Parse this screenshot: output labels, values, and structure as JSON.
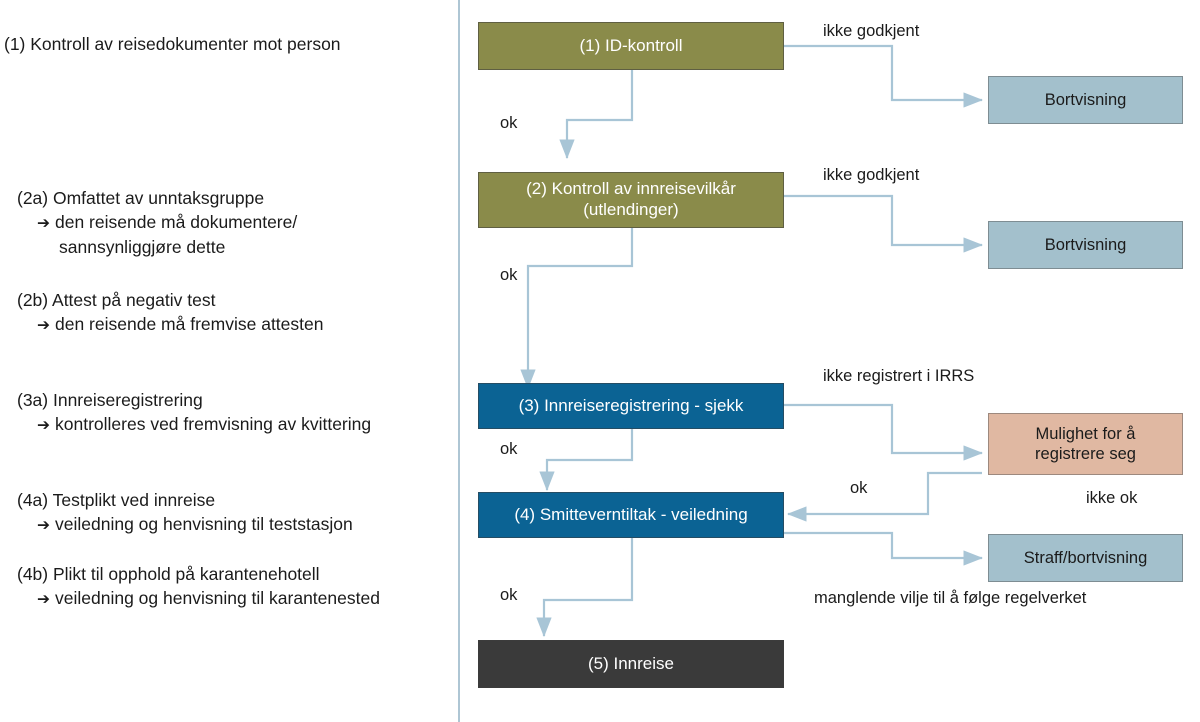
{
  "left_panel": {
    "notes": [
      {
        "id": "note-1",
        "title": "(1) Kontroll av reisedokumenter mot person",
        "sub": "",
        "sub2": ""
      },
      {
        "id": "note-2a",
        "title": "(2a)  Omfattet av unntaksgruppe",
        "sub": "den reisende må dokumentere/",
        "sub2": "sannsynliggjøre dette"
      },
      {
        "id": "note-2b",
        "title": "(2b) Attest på negativ test",
        "sub": "den reisende må fremvise attesten",
        "sub2": ""
      },
      {
        "id": "note-3a",
        "title": "(3a)  Innreiseregistrering",
        "sub": "kontrolleres ved fremvisning av kvittering",
        "sub2": ""
      },
      {
        "id": "note-4a",
        "title": "(4a) Testplikt ved innreise",
        "sub": "veiledning og henvisning til teststasjon",
        "sub2": ""
      },
      {
        "id": "note-4b",
        "title": "(4b) Plikt til opphold på karantenehotell",
        "sub": "veiledning og henvisning til karantenested",
        "sub2": ""
      }
    ],
    "arrow_glyph": "➔"
  },
  "chart_data": {
    "type": "diagram",
    "title": "",
    "nodes": [
      {
        "id": "n1",
        "label": "(1) ID-kontroll",
        "color": "#8a8b4a",
        "text_color": "#ffffff"
      },
      {
        "id": "n2",
        "label": "(2) Kontroll av innreisevilkår\n(utlendinger)",
        "color": "#8a8b4a",
        "text_color": "#ffffff"
      },
      {
        "id": "n3",
        "label": "(3) Innreiseregistrering - sjekk",
        "color": "#0b6394",
        "text_color": "#ffffff"
      },
      {
        "id": "n4",
        "label": "(4) Smitteverntiltak - veiledning",
        "color": "#0b6394",
        "text_color": "#ffffff"
      },
      {
        "id": "n5",
        "label": "(5) Innreise",
        "color": "#3a3a3a",
        "text_color": "#ffffff"
      },
      {
        "id": "b1",
        "label": "Bortvisning",
        "color": "#a3c0cc",
        "text_color": "#1b1b1b"
      },
      {
        "id": "b2",
        "label": "Bortvisning",
        "color": "#a3c0cc",
        "text_color": "#1b1b1b"
      },
      {
        "id": "m1",
        "label": "Mulighet for å\nregistrere seg",
        "color": "#e0b8a2",
        "text_color": "#1b1b1b"
      },
      {
        "id": "s1",
        "label": "Straff/bortvisning",
        "color": "#a3c0cc",
        "text_color": "#1b1b1b"
      }
    ],
    "edges": [
      {
        "from": "n1",
        "to": "n2",
        "label": "ok"
      },
      {
        "from": "n1",
        "to": "b1",
        "label": "ikke godkjent"
      },
      {
        "from": "n2",
        "to": "n3",
        "label": "ok"
      },
      {
        "from": "n2",
        "to": "b2",
        "label": "ikke godkjent"
      },
      {
        "from": "n3",
        "to": "n4",
        "label": "ok"
      },
      {
        "from": "n3",
        "to": "m1",
        "label": "ikke registrert i IRRS"
      },
      {
        "from": "m1",
        "to": "n4",
        "label": "ok"
      },
      {
        "from": "m1",
        "to": "s1",
        "label": "ikke ok"
      },
      {
        "from": "n4",
        "to": "s1",
        "label": "manglende vilje til å følge regelverket"
      },
      {
        "from": "n4",
        "to": "n5",
        "label": "ok"
      }
    ],
    "edge_color": "#a8c5d6"
  },
  "flow": {
    "n1_label": "(1) ID-kontroll",
    "n2_label_line1": "(2) Kontroll av innreisevilkår",
    "n2_label_line2": "(utlendinger)",
    "n3_label": "(3) Innreiseregistrering - sjekk",
    "n4_label": "(4) Smitteverntiltak - veiledning",
    "n5_label": "(5) Innreise",
    "b1_label": "Bortvisning",
    "b2_label": "Bortvisning",
    "m1_label_line1": "Mulighet for å",
    "m1_label_line2": "registrere seg",
    "s1_label": "Straff/bortvisning",
    "labels": {
      "ok_1": "ok",
      "ok_2": "ok",
      "ok_3": "ok",
      "ok_4": "ok",
      "ok_m1": "ok",
      "ikke_godkjent_1": "ikke godkjent",
      "ikke_godkjent_2": "ikke godkjent",
      "ikke_registrert": "ikke registrert i IRRS",
      "ikke_ok": "ikke ok",
      "manglende": "manglende vilje til å følge regelverket"
    }
  }
}
